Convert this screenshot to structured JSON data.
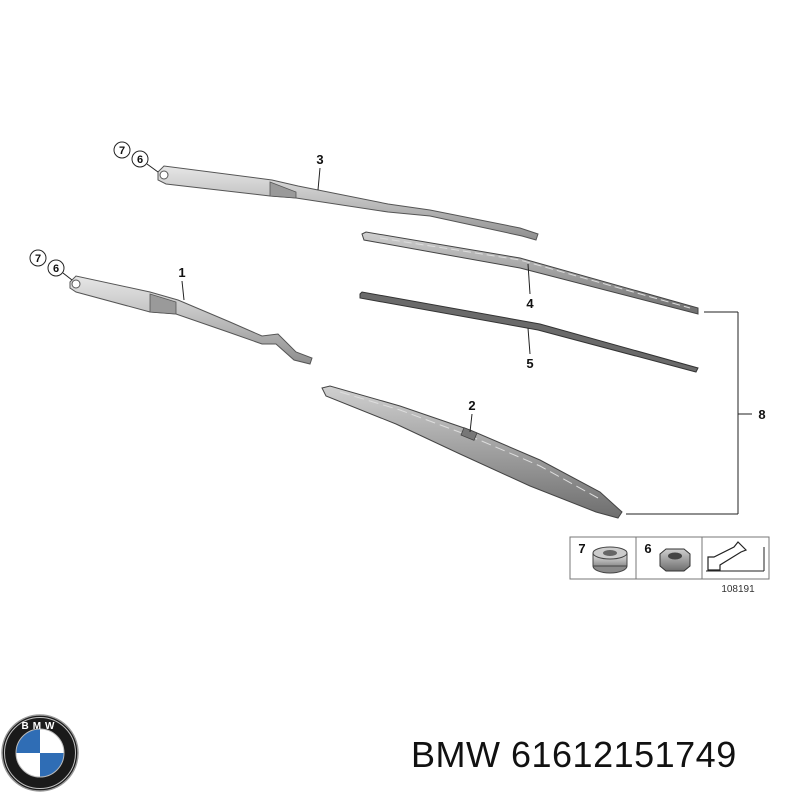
{
  "callouts": {
    "arm_upper_circle_a": "7",
    "arm_upper_circle_b": "6",
    "arm_upper": "3",
    "arm_lower_circle_a": "7",
    "arm_lower_circle_b": "6",
    "arm_lower": "1",
    "blade_upper": "4",
    "rubber_strip": "5",
    "blade_lower": "2",
    "set_bracket": "8"
  },
  "inset": {
    "cell1_num": "7",
    "cell2_num": "6",
    "drawing_no": "108191"
  },
  "brand_line": "BMW 61612151749",
  "logo_letters": "BMW",
  "colors": {
    "logo_blue": "#2f6db5",
    "logo_ring": "#1a1a1a",
    "part_fill": "#c9c9c9",
    "part_stroke": "#555555"
  }
}
